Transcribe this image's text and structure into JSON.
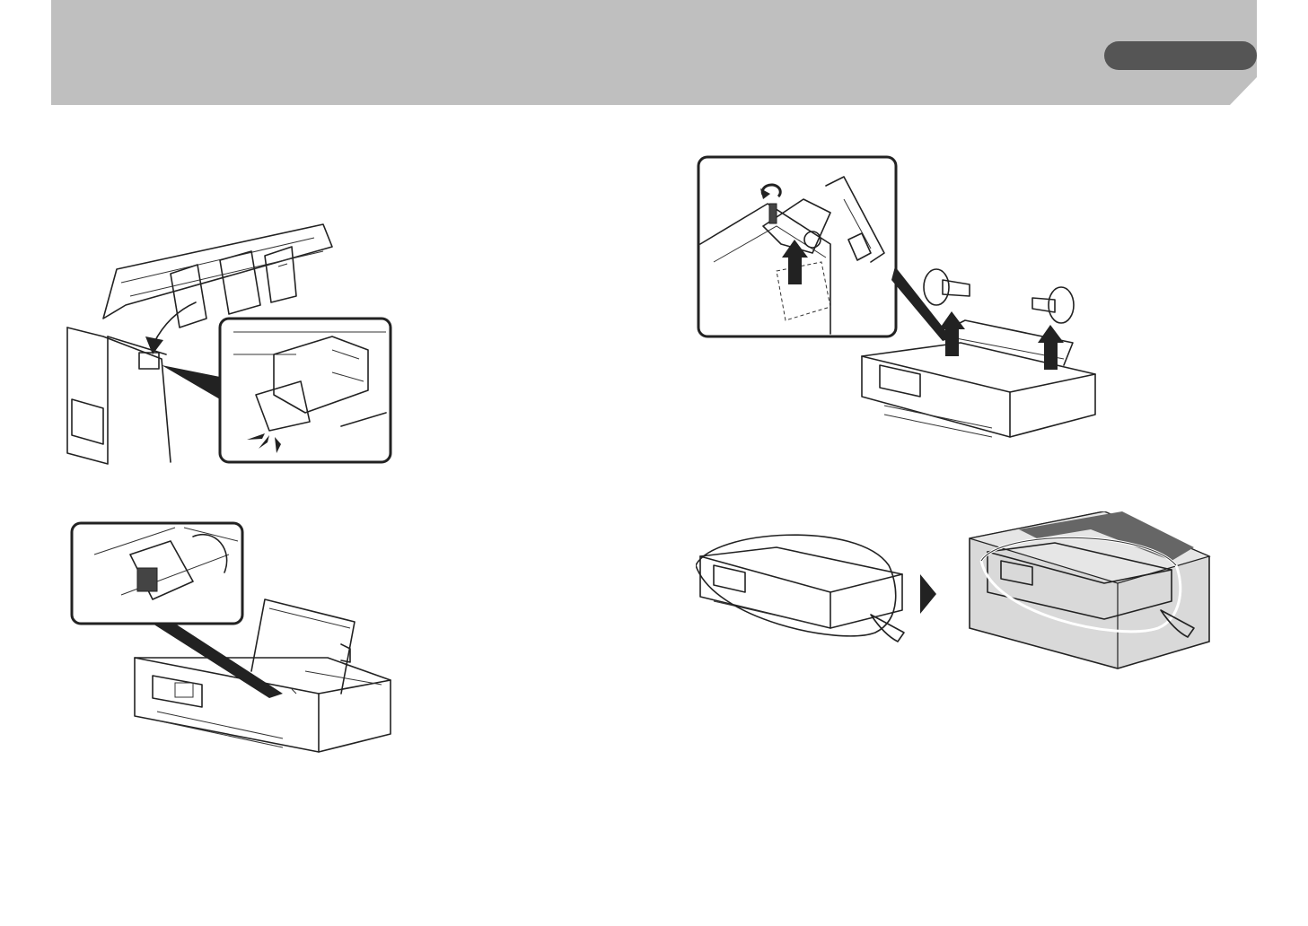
{
  "header": {
    "section_label": ""
  },
  "colors": {
    "header_band": "#bfbfbf",
    "pill": "#555555",
    "line_art": "#222222",
    "box_fill": "#d9d9d9",
    "tape": "#666666"
  },
  "figures": [
    {
      "id": "fig-lock-carriage",
      "icons": [
        "arrow-curved-icon",
        "click-marks-icon"
      ]
    },
    {
      "id": "fig-close-cover",
      "icons": []
    },
    {
      "id": "fig-remove-roll-holder",
      "icons": [
        "rotate-icon",
        "arrow-up-icon"
      ]
    },
    {
      "id": "fig-pack-printer",
      "icons": [
        "arrow-right-icon"
      ]
    }
  ]
}
